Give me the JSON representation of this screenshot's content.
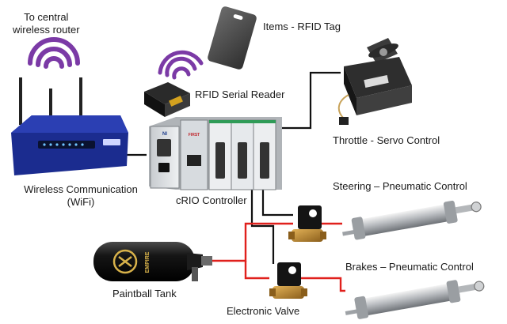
{
  "labels": {
    "router_line1": "To central",
    "router_line2": "wireless router",
    "rfid_tag": "Items - RFID Tag",
    "rfid_reader": "RFID Serial Reader",
    "throttle": "Throttle - Servo Control",
    "wireless_line1": "Wireless Communication",
    "wireless_line2": "(WiFi)",
    "crio": "cRIO Controller",
    "steering": "Steering – Pneumatic Control",
    "brakes": "Brakes – Pneumatic Control",
    "tank": "Paintball Tank",
    "valve": "Electronic Valve"
  },
  "device_text": {
    "ni_logo": "NI",
    "first_logo": "FIRST",
    "tank_brand": "EMPIRE"
  },
  "colors": {
    "signal_wire": "#111111",
    "air_line": "#e0201c",
    "wifi_arcs": "#7b3aa6",
    "router_body": "#1b2c8f",
    "tank_body": "#111111",
    "valve_brass": "#b8862e"
  }
}
